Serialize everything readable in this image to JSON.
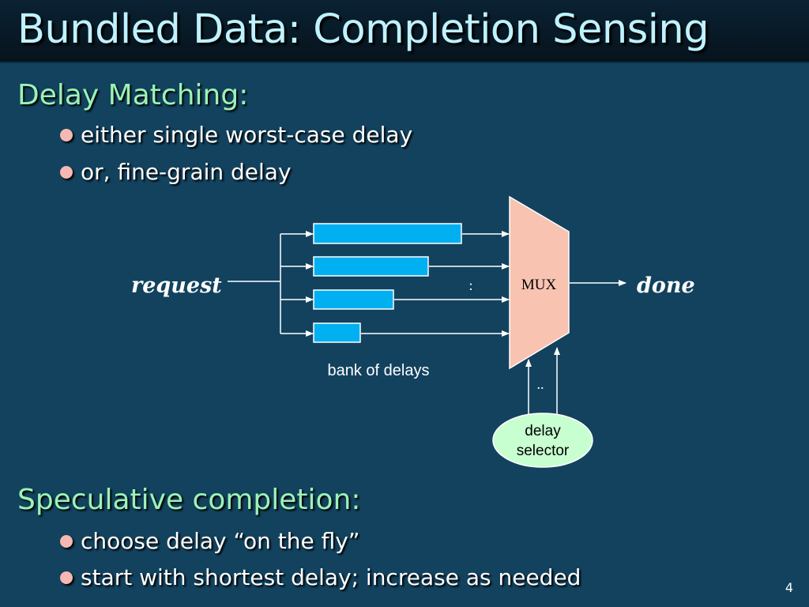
{
  "slide": {
    "title": "Bundled Data: Completion Sensing",
    "page_number": "4"
  },
  "section1": {
    "heading": "Delay Matching:",
    "bullets": [
      "either single worst-case delay",
      "or, fine-grain delay"
    ]
  },
  "diagram": {
    "input_label": "request",
    "output_label": "done",
    "mux_label": "MUX",
    "ellipsis_mid": ":",
    "ellipsis_select": "..",
    "bank_label": "bank of delays",
    "selector_line1": "delay",
    "selector_line2": "selector",
    "colors": {
      "delay_fill": "#00b0f0",
      "mux_fill": "#f8c3b1",
      "selector_fill": "#c8ffd0",
      "lines": "#ffffff"
    }
  },
  "section2": {
    "heading": "Speculative completion:",
    "bullets": [
      "choose delay “on the fly”",
      "start with shortest delay; increase as needed"
    ]
  }
}
